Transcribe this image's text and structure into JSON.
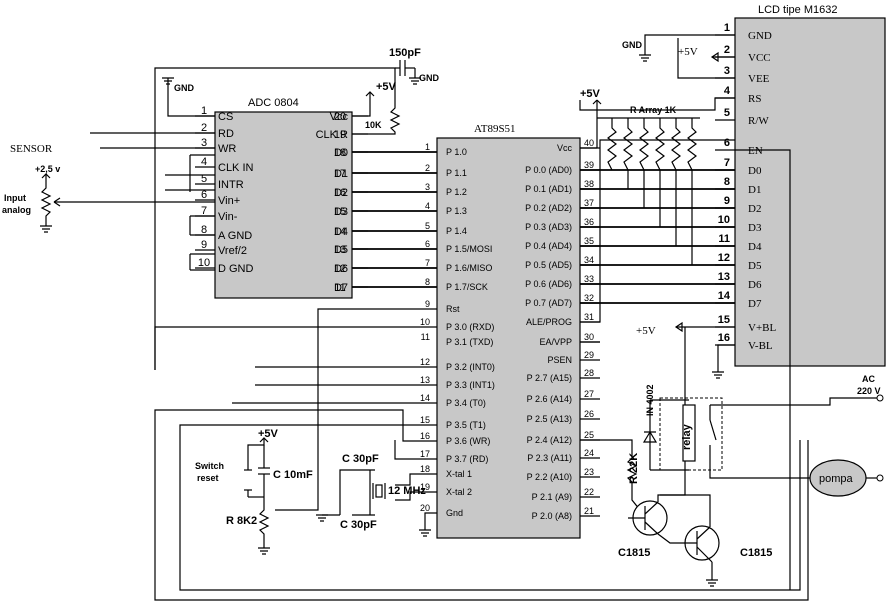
{
  "adc": {
    "title": "ADC 0804",
    "left_pins": [
      {
        "num": "1",
        "name": "CS"
      },
      {
        "num": "2",
        "name": "RD"
      },
      {
        "num": "3",
        "name": "WR"
      },
      {
        "num": "4",
        "name": "CLK IN"
      },
      {
        "num": "5",
        "name": "INTR"
      },
      {
        "num": "6",
        "name": "Vin+"
      },
      {
        "num": "7",
        "name": "Vin-"
      },
      {
        "num": "8",
        "name": "A GND"
      },
      {
        "num": "9",
        "name": "Vref/2"
      },
      {
        "num": "10",
        "name": "D GND"
      }
    ],
    "right_pins": [
      {
        "num": "20",
        "name": "Vcc"
      },
      {
        "num": "19",
        "name": "CLK R"
      },
      {
        "num": "18",
        "name": "D0"
      },
      {
        "num": "17",
        "name": "D1"
      },
      {
        "num": "16",
        "name": "D2"
      },
      {
        "num": "15",
        "name": "D3"
      },
      {
        "num": "14",
        "name": "D4"
      },
      {
        "num": "13",
        "name": "D5"
      },
      {
        "num": "12",
        "name": "D6"
      },
      {
        "num": "11",
        "name": "D7"
      }
    ]
  },
  "mcu": {
    "title": "AT89S51",
    "left_pins": [
      {
        "num": "1",
        "name": "P 1.0"
      },
      {
        "num": "2",
        "name": "P 1.1"
      },
      {
        "num": "3",
        "name": "P 1.2"
      },
      {
        "num": "4",
        "name": "P 1.3"
      },
      {
        "num": "5",
        "name": "P 1.4"
      },
      {
        "num": "6",
        "name": "P 1.5/MOSI"
      },
      {
        "num": "7",
        "name": "P 1.6/MISO"
      },
      {
        "num": "8",
        "name": "P 1.7/SCK"
      },
      {
        "num": "9",
        "name": "Rst"
      },
      {
        "num": "10",
        "name": "P 3.0 (RXD)"
      },
      {
        "num": "11",
        "name": "P 3.1 (TXD)"
      },
      {
        "num": "12",
        "name": "P 3.2 (INT0)"
      },
      {
        "num": "13",
        "name": "P 3.3 (INT1)"
      },
      {
        "num": "14",
        "name": "P 3.4 (T0)"
      },
      {
        "num": "15",
        "name": "P 3.5 (T1)"
      },
      {
        "num": "16",
        "name": "P 3.6 (WR)"
      },
      {
        "num": "17",
        "name": "P 3.7 (RD)"
      },
      {
        "num": "18",
        "name": "X-tal 1"
      },
      {
        "num": "19",
        "name": "X-tal 2"
      },
      {
        "num": "20",
        "name": "Gnd"
      }
    ],
    "right_pins": [
      {
        "num": "40",
        "name": "Vcc"
      },
      {
        "num": "39",
        "name": "P 0.0 (AD0)"
      },
      {
        "num": "38",
        "name": "P 0.1 (AD1)"
      },
      {
        "num": "37",
        "name": "P 0.2 (AD2)"
      },
      {
        "num": "36",
        "name": "P 0.3 (AD3)"
      },
      {
        "num": "35",
        "name": "P 0.4 (AD4)"
      },
      {
        "num": "34",
        "name": "P 0.5 (AD5)"
      },
      {
        "num": "33",
        "name": "P 0.6 (AD6)"
      },
      {
        "num": "32",
        "name": "P 0.7 (AD7)"
      },
      {
        "num": "31",
        "name": "ALE/PROG"
      },
      {
        "num": "30",
        "name": "EA/VPP"
      },
      {
        "num": "29",
        "name": "PSEN"
      },
      {
        "num": "28",
        "name": "P 2.7 (A15)"
      },
      {
        "num": "27",
        "name": "P 2.6 (A14)"
      },
      {
        "num": "26",
        "name": "P 2.5 (A13)"
      },
      {
        "num": "25",
        "name": "P 2.4 (A12)"
      },
      {
        "num": "24",
        "name": "P 2.3 (A11)"
      },
      {
        "num": "23",
        "name": "P 2.2 (A10)"
      },
      {
        "num": "22",
        "name": "P 2.1 (A9)"
      },
      {
        "num": "21",
        "name": "P 2.0 (A8)"
      }
    ]
  },
  "lcd": {
    "title": "LCD tipe M1632",
    "pins": [
      {
        "num": "1",
        "name": "GND"
      },
      {
        "num": "2",
        "name": "VCC"
      },
      {
        "num": "3",
        "name": "VEE"
      },
      {
        "num": "4",
        "name": "RS"
      },
      {
        "num": "5",
        "name": "R/W"
      },
      {
        "num": "6",
        "name": "EN"
      },
      {
        "num": "7",
        "name": "D0"
      },
      {
        "num": "8",
        "name": "D1"
      },
      {
        "num": "9",
        "name": "D2"
      },
      {
        "num": "10",
        "name": "D3"
      },
      {
        "num": "11",
        "name": "D4"
      },
      {
        "num": "12",
        "name": "D5"
      },
      {
        "num": "13",
        "name": "D6"
      },
      {
        "num": "14",
        "name": "D7"
      },
      {
        "num": "15",
        "name": "V+BL"
      },
      {
        "num": "16",
        "name": "V-BL"
      }
    ]
  },
  "labels": {
    "sensor": "SENSOR",
    "sensor_v": "+2,5 v",
    "input1": "Input",
    "input2": "analog",
    "gnd_small": "GND",
    "plus5": "+5V",
    "cap150": "150pF",
    "r10k": "10K",
    "rarray": "R Array 1K",
    "switch1": "Switch",
    "switch2": "reset",
    "c10mf": "C 10mF",
    "r8k2": "R 8K2",
    "c30pf": "C 30pF",
    "xtal": "12 MHz",
    "diode": "IN 4002",
    "relay": "relay",
    "r22k": "R 22K",
    "c1815": "C1815",
    "ac1": "AC",
    "ac2": "220 V",
    "pompa": "pompa"
  }
}
